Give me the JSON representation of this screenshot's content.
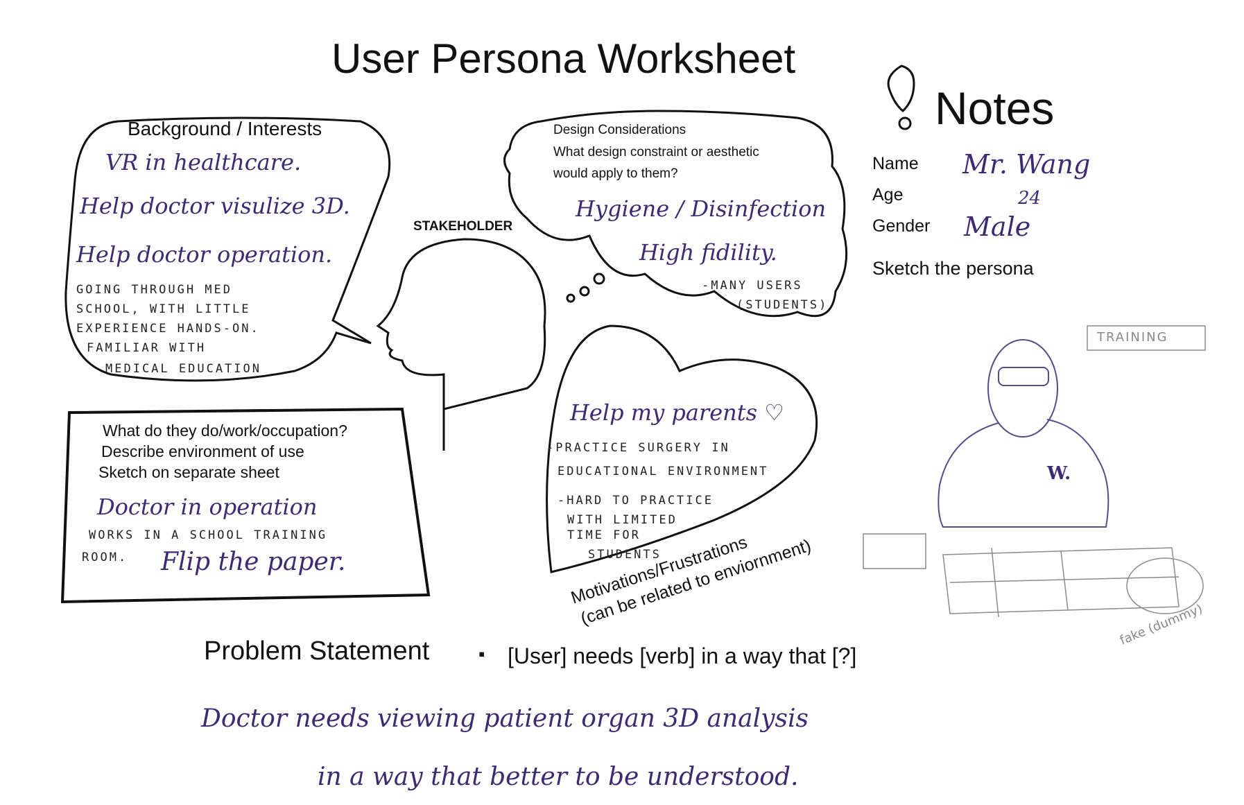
{
  "title": "User Persona Worksheet",
  "notes": {
    "heading": "Notes",
    "name_label": "Name",
    "name_value": "Mr. Wang",
    "age_label": "Age",
    "age_value": "24",
    "gender_label": "Gender",
    "gender_value": "Male",
    "sketch_prompt": "Sketch the persona",
    "sketch_sign": "TRAINING",
    "sketch_shirt_logo": "W.",
    "sketch_note": "fake (dummy)"
  },
  "background": {
    "heading": "Background / Interests",
    "hand_lines": [
      "VR in healthcare.",
      "Help doctor visulize 3D.",
      "Help doctor operation."
    ],
    "caps_lines": [
      "GOING THROUGH MED",
      "SCHOOL, WITH LITTLE",
      "EXPERIENCE HANDS-ON.",
      "FAMILIAR WITH",
      "MEDICAL EDUCATION"
    ]
  },
  "stakeholder_label": "STAKEHOLDER",
  "design": {
    "prompt_lines": [
      "Design Considerations",
      "What design constraint or aesthetic",
      "would apply to them?"
    ],
    "hand_lines": [
      "Hygiene / Disinfection",
      "High fidility."
    ],
    "caps_lines": [
      "-MANY USERS",
      "(STUDENTS)"
    ]
  },
  "occupation": {
    "prompt_lines": [
      "What do they do/work/occupation?",
      "Describe environment of use",
      "Sketch on separate sheet"
    ],
    "hand_line1": "Doctor in operation",
    "caps_line1": "WORKS IN A SCHOOL TRAINING",
    "caps_line2": "ROOM.",
    "hand_line2": "Flip the paper."
  },
  "motivations": {
    "hand_line": "Help my parents ♡",
    "caps_lines": [
      "-PRACTICE SURGERY IN",
      "EDUCATIONAL ENVIRONMENT",
      "-HARD TO PRACTICE",
      "WITH LIMITED",
      "TIME FOR",
      "STUDENTS"
    ],
    "label_line1": "Motivations/Frustrations",
    "label_line2": "(can be related to enviornment)"
  },
  "problem": {
    "label": "Problem Statement",
    "bullet": "▪",
    "template": "[User] needs [verb] in a way that [?]",
    "answer_line1": "Doctor needs viewing patient organ 3D analysis",
    "answer_line2": "in a way that better to be understood."
  },
  "colors": {
    "ink": "#111111",
    "pen": "#3d2a73",
    "pencil": "#8a8a8a"
  }
}
